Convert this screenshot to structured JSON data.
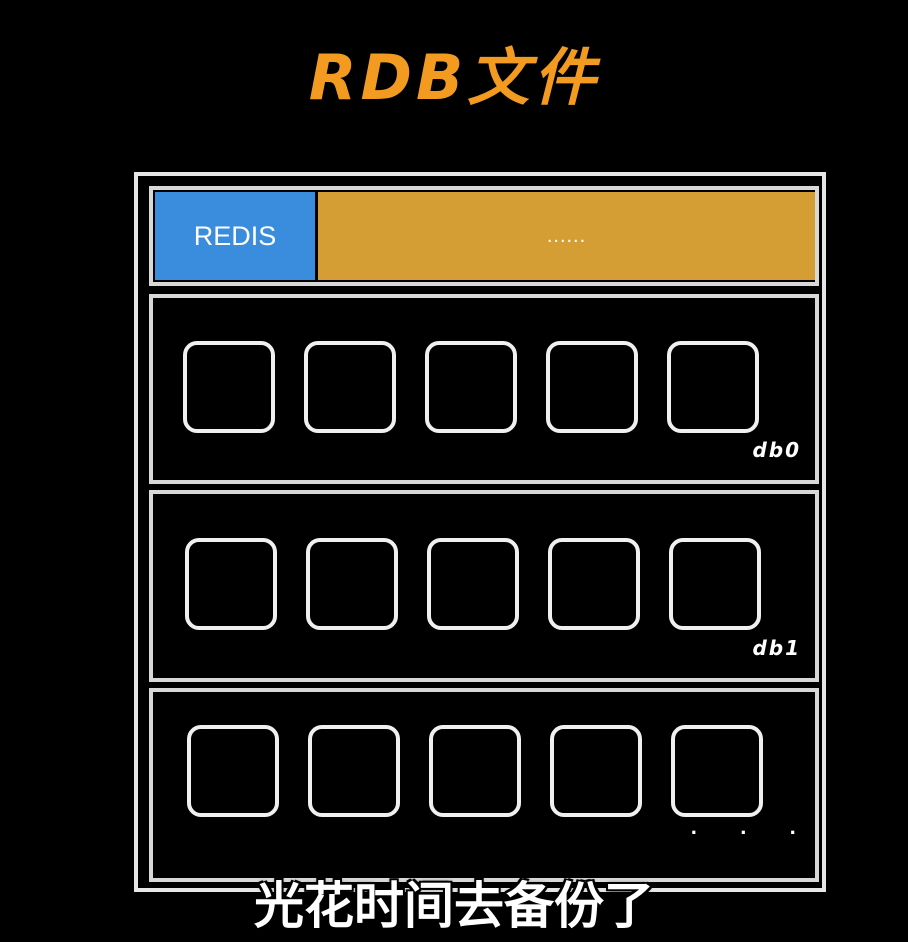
{
  "title": "RDB文件",
  "header": {
    "magic_label": "REDIS",
    "rest_label": "......"
  },
  "databases": [
    {
      "label": "db0",
      "key_count": 5
    },
    {
      "label": "db1",
      "key_count": 5
    },
    {
      "label": "· · ·",
      "key_count": 5
    }
  ],
  "subtitle": "光花时间去备份了",
  "colors": {
    "title": "#f39a21",
    "redis_block": "#3a8ddc",
    "data_block": "#d49e35",
    "background": "#000000"
  }
}
